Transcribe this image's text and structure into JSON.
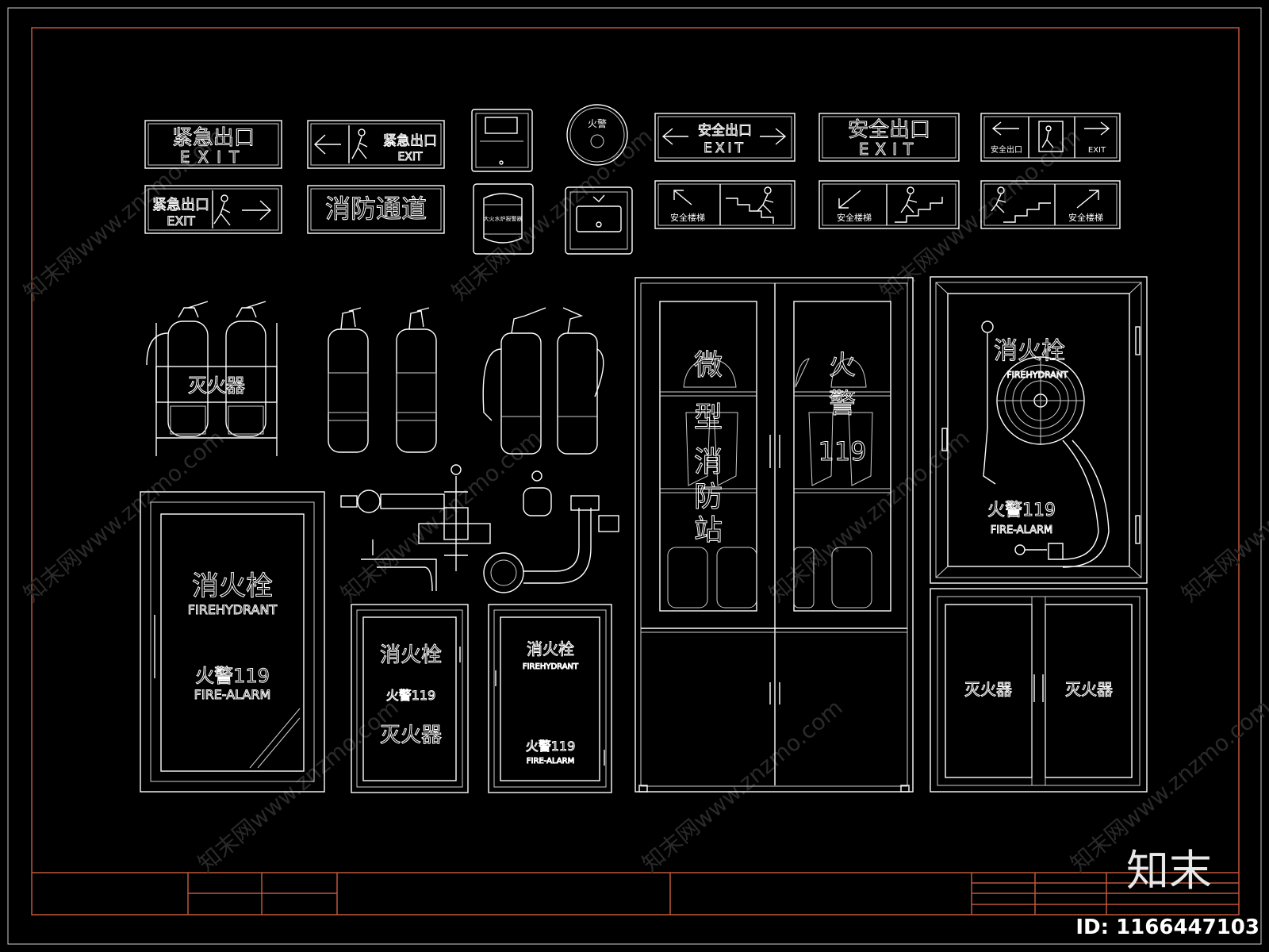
{
  "signs": {
    "emergency_exit_cn": "紧急出口",
    "exit_en": "EXIT",
    "fire_passage": "消防通道",
    "safe_exit_cn": "安全出口",
    "safe_stairs": "安全楼梯",
    "fire_alarm_label": "火警",
    "small_label": "大火水炉报警器"
  },
  "extinguishers": {
    "rack_label": "灭火器"
  },
  "hydrant_cabinets": {
    "large": {
      "title": "消火栓",
      "subtitle": "FIREHYDRANT",
      "phone": "火警119",
      "phone_en": "FIRE-ALARM"
    },
    "small_a": {
      "title": "消火栓",
      "phone": "火警119",
      "extinguisher": "灭火器"
    },
    "small_b": {
      "title": "消火栓",
      "subtitle": "FIREHYDRANT",
      "phone": "火警119",
      "phone_en": "FIRE-ALARM"
    },
    "hose": {
      "title": "消火栓",
      "subtitle": "FIREHYDRANT",
      "phone": "火警119",
      "phone_en": "FIRE-ALARM"
    },
    "lower_left": "灭火器",
    "lower_right": "灭火器"
  },
  "mini_station": {
    "chars": [
      "微",
      "型",
      "消",
      "防",
      "站"
    ],
    "right_chars": [
      "火",
      "警",
      "119"
    ]
  },
  "watermark": "知末网www.znzmo.com",
  "brand": "知末",
  "id_label": "ID: 1166447103"
}
